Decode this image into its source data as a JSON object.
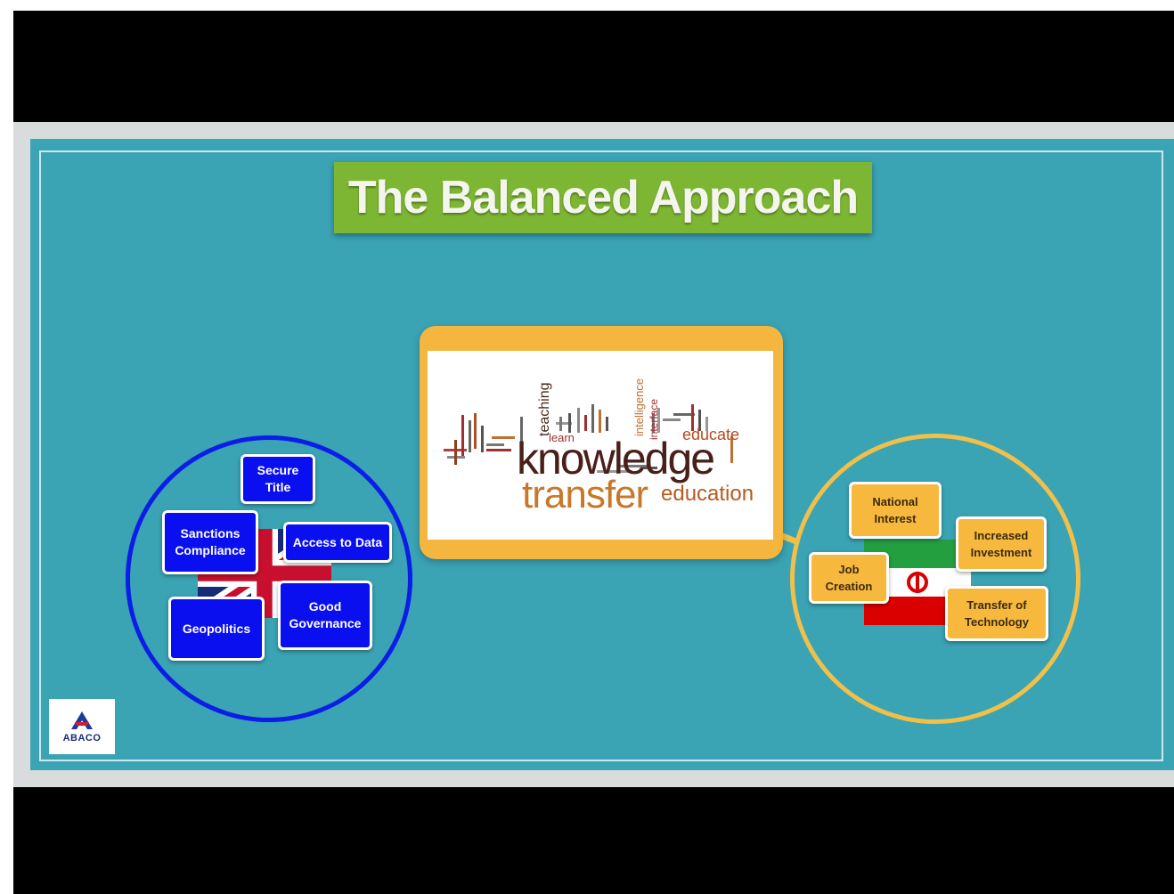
{
  "title": "The Balanced Approach",
  "word_cloud": {
    "main_words": [
      "knowledge",
      "transfer",
      "education",
      "educate",
      "teaching",
      "learn",
      "intelligence",
      "interface"
    ]
  },
  "left_group": {
    "boxes": {
      "secure_title": "Secure\nTitle",
      "sanctions": "Sanctions\nCompliance",
      "access": "Access to Data",
      "geopolitics": "Geopolitics",
      "governance": "Good\nGovernance"
    }
  },
  "right_group": {
    "boxes": {
      "national": "National\nInterest",
      "investment": "Increased\nInvestment",
      "job": "Job\nCreation",
      "technology": "Transfer of\nTechnology"
    }
  },
  "logo": {
    "text": "ABACO"
  },
  "colors": {
    "board": "#3aa3b4",
    "title_bg": "#7db632",
    "left_accent": "#0c1de8",
    "right_accent": "#f0c04a"
  }
}
